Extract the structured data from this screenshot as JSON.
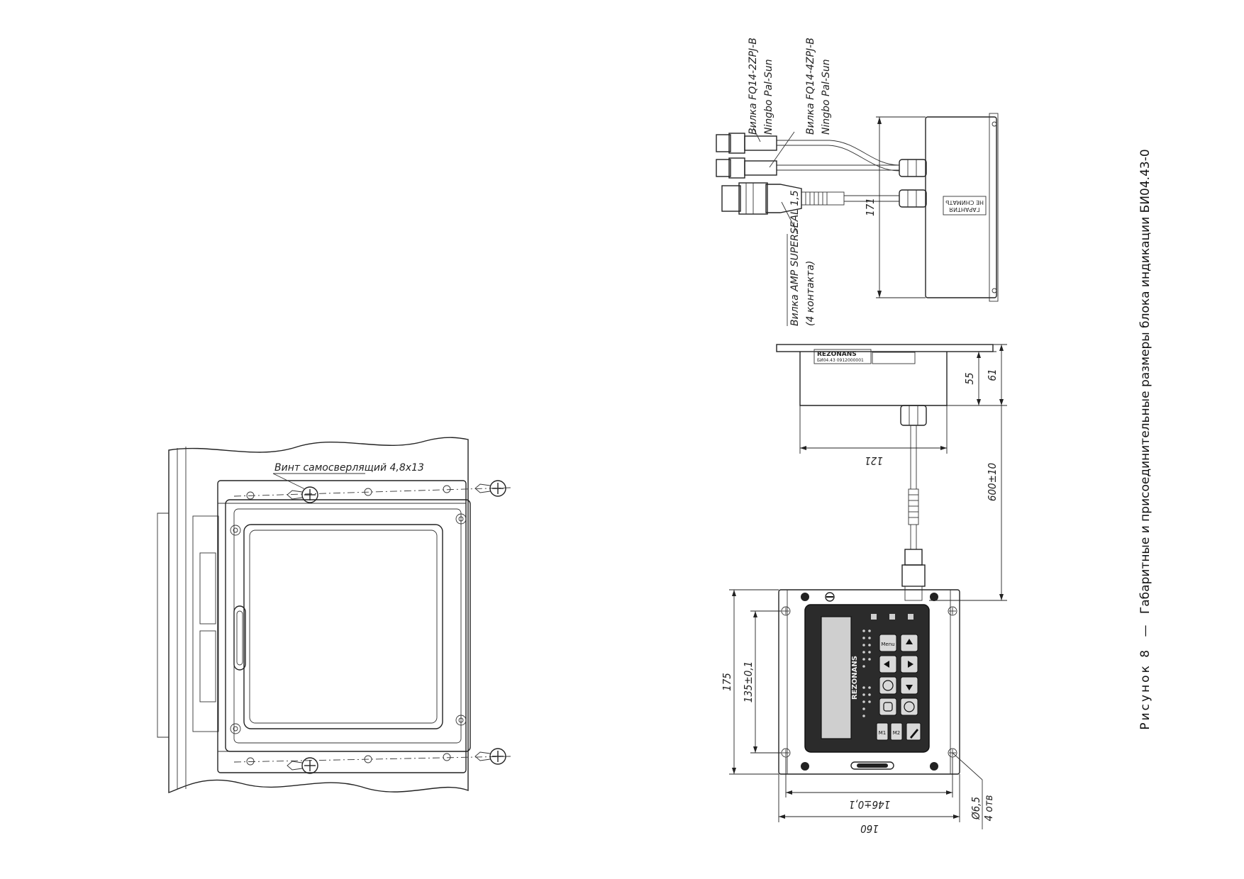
{
  "caption": {
    "prefix": "Рисунок 8",
    "dash": "—",
    "text": "Габаритные и присоединительные размеры блока индикации БИ04.43-0"
  },
  "mounting_view": {
    "screw_label": "Винт самосверлящий 4,8х13"
  },
  "connectors": {
    "plug_1": "Вилка FQ14-2ZPJ-B",
    "plug_1_maker": "Ningbo Pal-Sun",
    "plug_2": "Вилка FQ14-4ZPJ-B",
    "plug_2_maker": "Ningbo Pal-Sun",
    "plug_3": "Вилка AMP SUPERSEAL 1,5",
    "plug_3_note": "(4 контакта)",
    "warranty_label_1": "ГАРАНТИЯ",
    "warranty_label_2": "НЕ СНИМАТЬ"
  },
  "dimensions": {
    "d171": "171",
    "d55": "55",
    "d61": "61",
    "d121": "121",
    "d600": "600±10",
    "d175": "175",
    "d135": "135±0,1",
    "d146": "146±0,1",
    "d160": "160",
    "hole": "Ø6,5",
    "hole_count": "4 отв"
  },
  "device": {
    "brand": "REZONANS",
    "side_brand": "REZONANS",
    "side_model": "БИ04.43 0912000001",
    "menu_key": "Menu",
    "m1": "M1",
    "m2": "M2"
  }
}
